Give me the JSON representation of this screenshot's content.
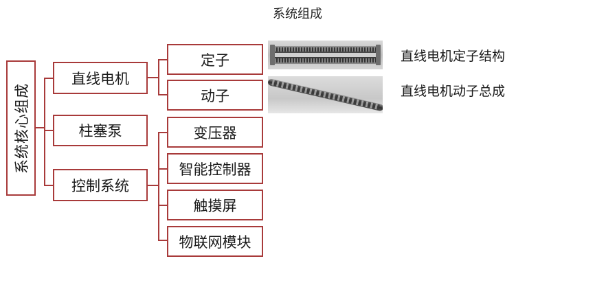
{
  "title": "系统组成",
  "root": {
    "label": "系统核心组成"
  },
  "level1": [
    {
      "label": "直线电机"
    },
    {
      "label": "柱塞泵"
    },
    {
      "label": "控制系统"
    }
  ],
  "motor_parts": [
    {
      "label": "定子"
    },
    {
      "label": "动子"
    }
  ],
  "control_parts": [
    {
      "label": "变压器"
    },
    {
      "label": "智能控制器"
    },
    {
      "label": "触摸屏"
    },
    {
      "label": "物联网模块"
    }
  ],
  "captions": {
    "stator": "直线电机定子结构",
    "mover": "直线电机动子总成"
  },
  "colors": {
    "border": "#a83a3a",
    "connector": "#a83a3a"
  }
}
